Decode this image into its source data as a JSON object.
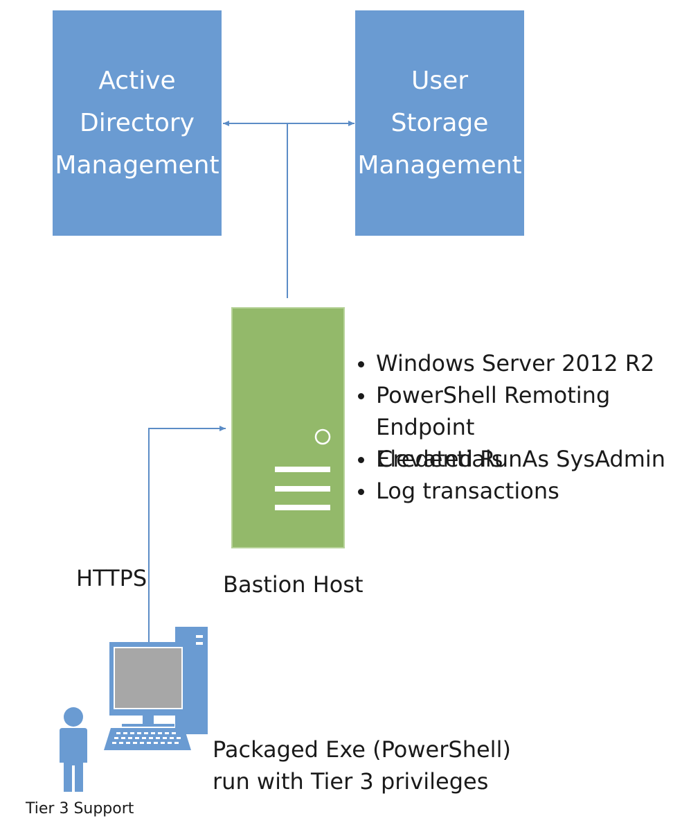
{
  "nodes": {
    "ad": {
      "lines": [
        "Active",
        "Directory",
        "Management"
      ]
    },
    "storage": {
      "lines": [
        "User",
        "Storage",
        "Management"
      ]
    },
    "bastion": {
      "label": "Bastion Host"
    },
    "workstation": {
      "description_lines": [
        "Packaged Exe (PowerShell)",
        "run with Tier 3 privileges"
      ]
    },
    "user": {
      "label": "Tier 3 Support"
    }
  },
  "bastion_features": [
    "Windows Server 2012 R2",
    "PowerShell Remoting Endpoint",
    "Elevated RunAs SysAdmin",
    "Credentials",
    "Log transactions"
  ],
  "connections": {
    "https_label": "HTTPS"
  },
  "colors": {
    "management_box": "#6a9bd2",
    "server": "#93b96a",
    "connector": "#5b8cc6",
    "person": "#6a9bd2"
  }
}
